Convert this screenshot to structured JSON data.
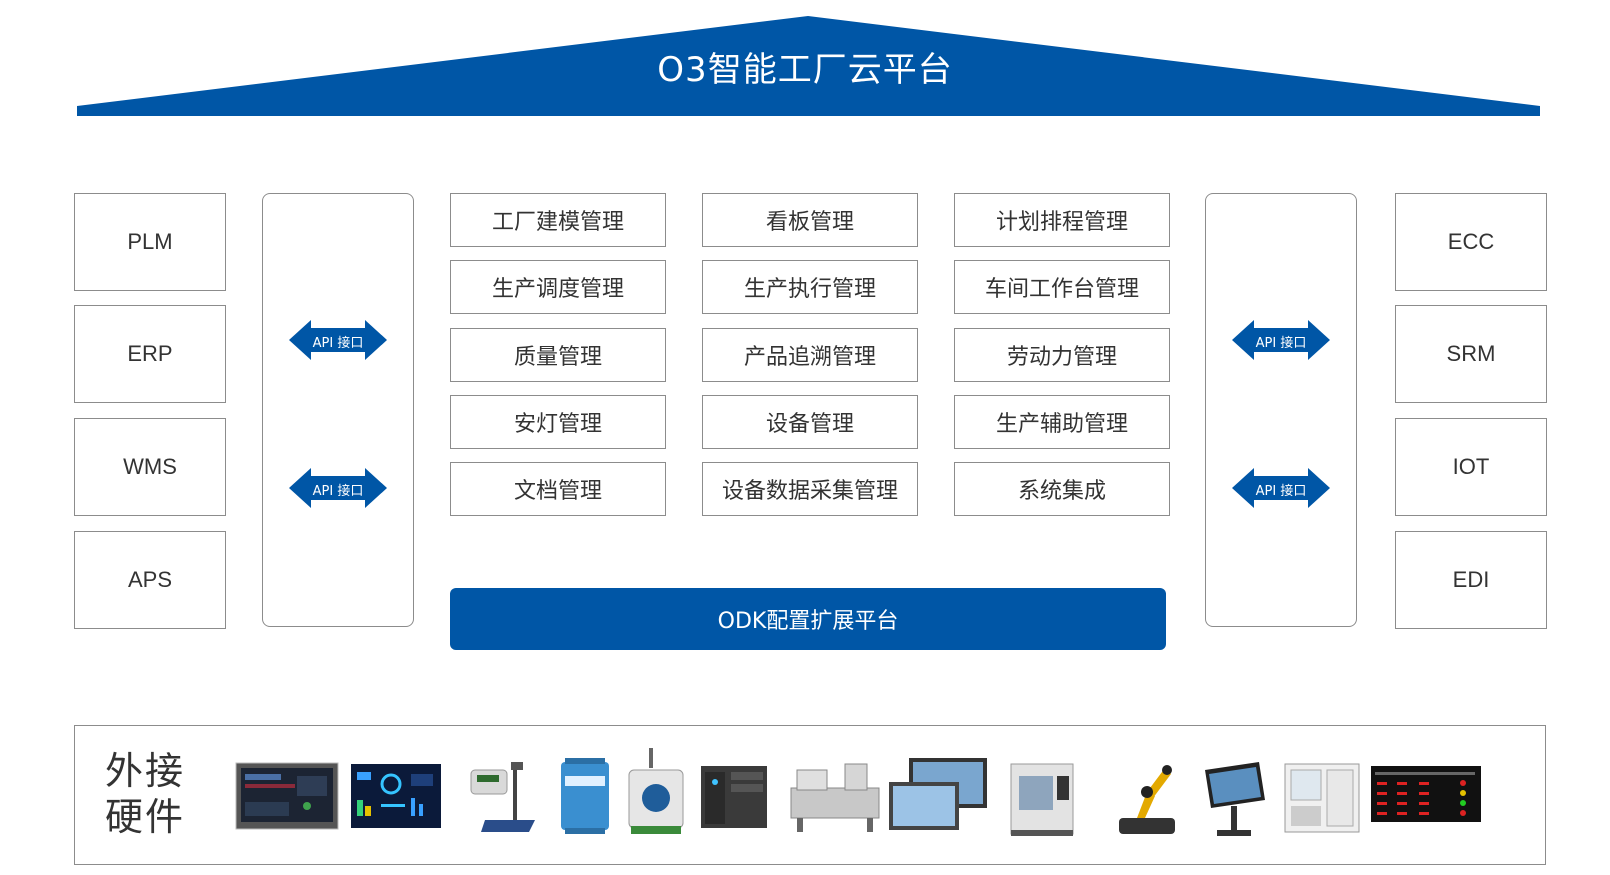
{
  "platform": {
    "title": "O3智能工厂云平台",
    "color": "#0056a6"
  },
  "left_systems": [
    "PLM",
    "ERP",
    "WMS",
    "APS"
  ],
  "right_systems": [
    "ECC",
    "SRM",
    "IOT",
    "EDI"
  ],
  "api": {
    "label": "API 接口"
  },
  "modules": [
    [
      "工厂建模管理",
      "看板管理",
      "计划排程管理"
    ],
    [
      "生产调度管理",
      "生产执行管理",
      "车间工作台管理"
    ],
    [
      "质量管理",
      "产品追溯管理",
      "劳动力管理"
    ],
    [
      "安灯管理",
      "设备管理",
      "生产辅助管理"
    ],
    [
      "文档管理",
      "设备数据采集管理",
      "系统集成"
    ]
  ],
  "odk": {
    "title": "ODK配置扩展平台"
  },
  "hardware": {
    "label_line1": "外接",
    "label_line2": "硬件",
    "icons": [
      "monitor-icon",
      "dashboard-screen-icon",
      "weighing-scale-icon",
      "io-module-icon",
      "wireless-module-icon",
      "industrial-pc-icon",
      "production-line-icon",
      "touch-panel-icon",
      "cnc-machine-icon",
      "robot-arm-icon",
      "kiosk-terminal-icon",
      "test-station-icon",
      "led-board-icon"
    ]
  }
}
